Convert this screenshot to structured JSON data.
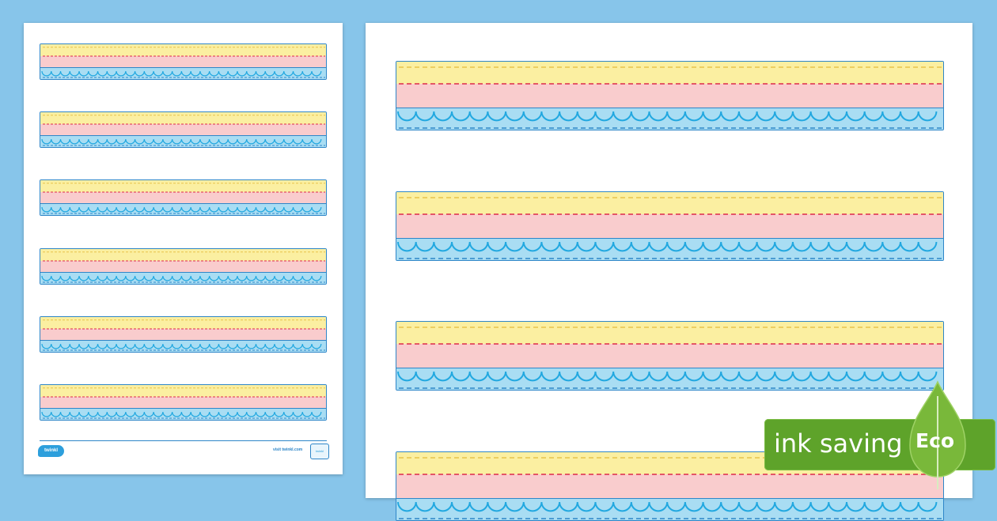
{
  "left_page": {
    "strip_count": 6,
    "footer": {
      "logo_text": "twinkl",
      "url_text": "visit twinkl.com",
      "badge_text": "twinkl"
    }
  },
  "right_page": {
    "strip_count": 4
  },
  "eco_badge": {
    "label": "ink saving",
    "eco_label": "Eco"
  },
  "colors": {
    "background": "#87c5ea",
    "yellow_band": "#fbefa1",
    "pink_band": "#f9cccd",
    "blue_band": "#a9ddf3",
    "border": "#2e86c8",
    "dash_red": "#dd2a4a",
    "dash_yellow": "#e8c44a",
    "scallop": "#22a8e0",
    "eco_green": "#5ea32a"
  }
}
